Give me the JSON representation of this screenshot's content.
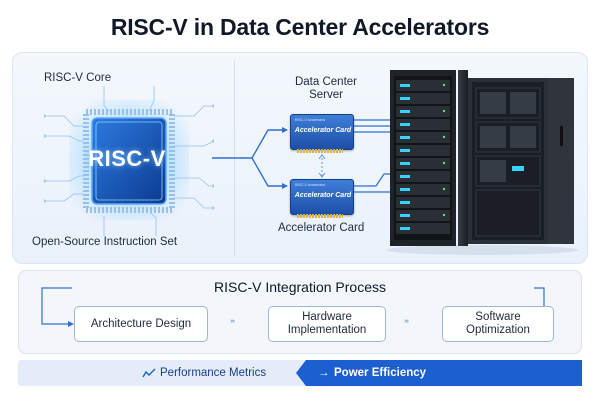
{
  "title": "RISC-V in Data Center Accelerators",
  "core_label": "RISC-V Core",
  "chip_label": "RISC-V",
  "isa_label": "Open-Source Instruction Set",
  "server_label": "Data Center\nServer",
  "card_small_text": "RISC-V Accelerator",
  "card_text": "Accelerator Card",
  "accelerator_card_label": "Accelerator Card",
  "process": {
    "title": "RISC-V Integration Process",
    "steps": [
      {
        "label": "Architecture Design"
      },
      {
        "label": "Hardware\nImplementation"
      },
      {
        "label": "Software\nOptimization"
      }
    ],
    "connector": "›››"
  },
  "metrics": {
    "icon": "chart-icon",
    "label": "Performance Metrics",
    "arrow": "→",
    "efficiency": "Power Efficiency"
  },
  "colors": {
    "accent": "#1b5fd0",
    "chip_glow": "#3ea0ff",
    "server_led": "#3bd1ff"
  }
}
